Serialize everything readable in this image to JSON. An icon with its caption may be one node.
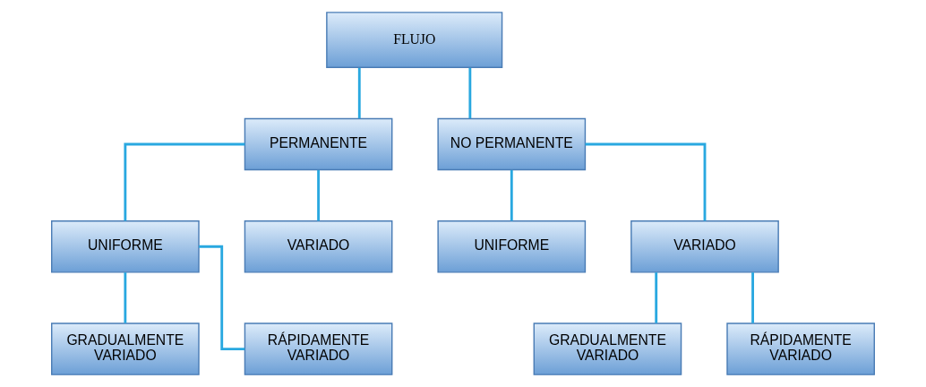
{
  "diagram": {
    "nodes": [
      {
        "text": [
          "FLUJO"
        ]
      },
      {
        "text": [
          "PERMANENTE"
        ]
      },
      {
        "text": [
          "NO PERMANENTE"
        ]
      },
      {
        "text": [
          "UNIFORME"
        ]
      },
      {
        "text": [
          "VARIADO"
        ]
      },
      {
        "text": [
          "UNIFORME"
        ]
      },
      {
        "text": [
          "VARIADO"
        ]
      },
      {
        "text": [
          "GRADUALMENTE VARIADO"
        ]
      },
      {
        "text": [
          "RÁPIDAMENTE VARIADO"
        ]
      },
      {
        "text": [
          "GRADUALMENTE VARIADO"
        ]
      },
      {
        "text": [
          "RÁPIDAMENTE VARIADO"
        ]
      }
    ],
    "edges": [
      {
        "from": 0,
        "to": 1,
        "arrow": "none"
      },
      {
        "from": 0,
        "to": 2,
        "arrow": "none"
      },
      {
        "from": 1,
        "to": 3,
        "arrow": "none"
      },
      {
        "from": 1,
        "to": 4,
        "arrow": "none"
      },
      {
        "from": 2,
        "to": 5,
        "arrow": "none"
      },
      {
        "from": 2,
        "to": 6,
        "arrow": "none"
      },
      {
        "from": 3,
        "to": 7,
        "arrow": "none"
      },
      {
        "from": 3,
        "to": 8,
        "arrow": "none"
      },
      {
        "from": 6,
        "to": 9,
        "arrow": "none"
      },
      {
        "from": 6,
        "to": 10,
        "arrow": "none"
      }
    ]
  }
}
